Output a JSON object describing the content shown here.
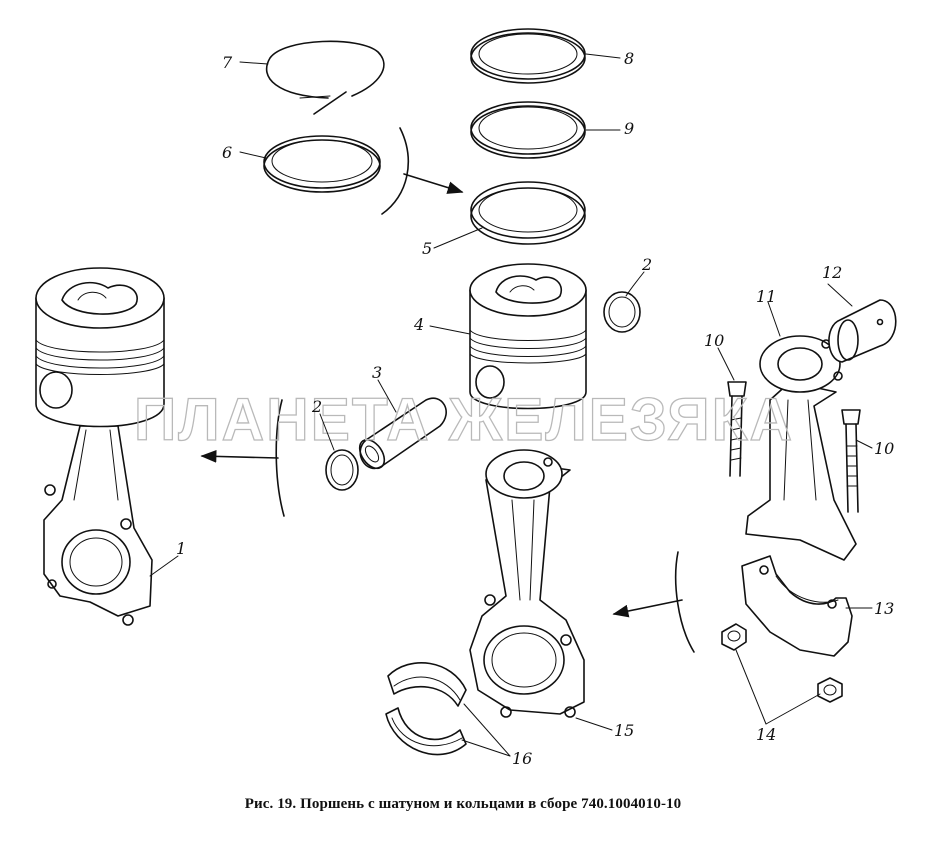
{
  "figure": {
    "caption": "Рис. 19. Поршень с шатуном и кольцами в сборе 740.1004010-10",
    "watermark": "ПЛАНЕТА ЖЕЛЕЗЯКА"
  },
  "callouts": [
    {
      "id": "c7",
      "label": "7"
    },
    {
      "id": "c6",
      "label": "6"
    },
    {
      "id": "c8",
      "label": "8"
    },
    {
      "id": "c9",
      "label": "9"
    },
    {
      "id": "c5",
      "label": "5"
    },
    {
      "id": "c2a",
      "label": "2"
    },
    {
      "id": "c4",
      "label": "4"
    },
    {
      "id": "c3",
      "label": "3"
    },
    {
      "id": "c2b",
      "label": "2"
    },
    {
      "id": "c1",
      "label": "1"
    },
    {
      "id": "c12",
      "label": "12"
    },
    {
      "id": "c11",
      "label": "11"
    },
    {
      "id": "c10a",
      "label": "10"
    },
    {
      "id": "c10b",
      "label": "10"
    },
    {
      "id": "c13",
      "label": "13"
    },
    {
      "id": "c14",
      "label": "14"
    },
    {
      "id": "c15",
      "label": "15"
    },
    {
      "id": "c16",
      "label": "16"
    }
  ]
}
